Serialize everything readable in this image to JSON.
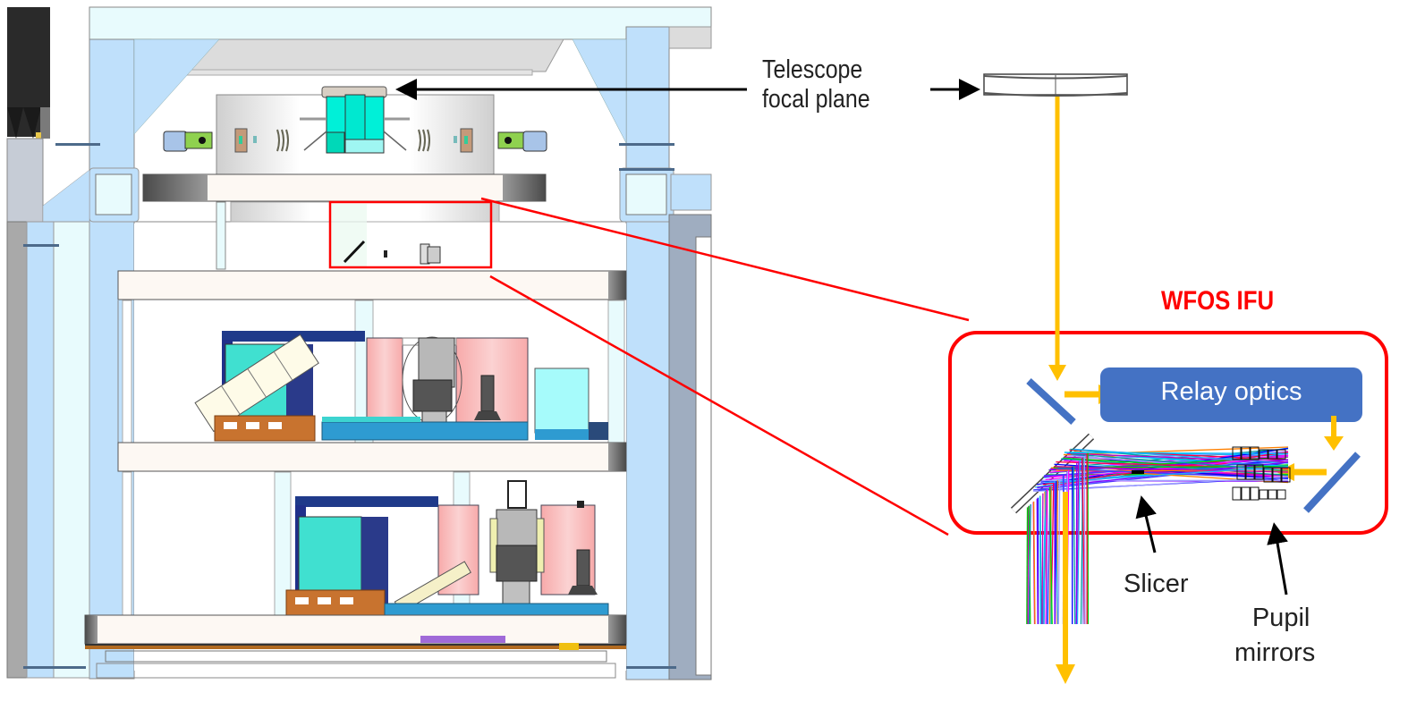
{
  "labels": {
    "telescope_focal_plane": [
      "Telescope",
      "focal plane"
    ],
    "ifu_title": "WFOS IFU",
    "relay_optics": "Relay optics",
    "slicer": "Slicer",
    "pupil_mirrors": [
      "Pupil",
      "mirrors"
    ]
  },
  "colors": {
    "highlight_red": "#ff0000",
    "beam_orange": "#ffc000",
    "relay_blue": "#4472c4",
    "structure_blue": "#bfe0fb",
    "platform_cream": "#fdf8f3",
    "cad_cyan": "#40e0d0",
    "cad_pink": "#f8b4b4"
  },
  "components": [
    {
      "id": "cad-instrument-view",
      "desc": "Instrument CAD side view with three platform levels"
    },
    {
      "id": "focal-plane-element",
      "desc": "Telescope focal plane element"
    },
    {
      "id": "fold-mirror",
      "desc": "Pick-off fold mirror"
    },
    {
      "id": "relay-optics",
      "desc": "Relay optics block"
    },
    {
      "id": "pupil-fold-mirror",
      "desc": "Second fold mirror toward pupil mirrors"
    },
    {
      "id": "slicer",
      "desc": "Image slicer"
    },
    {
      "id": "pupil-mirrors",
      "desc": "Pupil mirror array"
    },
    {
      "id": "output-mirror",
      "desc": "Output slit mirror"
    }
  ]
}
